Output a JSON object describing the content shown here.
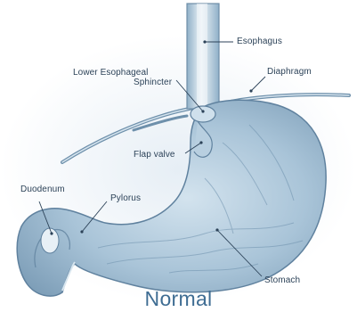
{
  "diagram": {
    "title": "Normal",
    "labels": {
      "esophagus": "Esophagus",
      "les_line1": "Lower Esophageal",
      "les_line2": "Sphincter",
      "diaphragm": "Diaphragm",
      "flap_valve": "Flap valve",
      "duodenum": "Duodenum",
      "pylorus": "Pylorus",
      "stomach": "Stomach"
    }
  }
}
